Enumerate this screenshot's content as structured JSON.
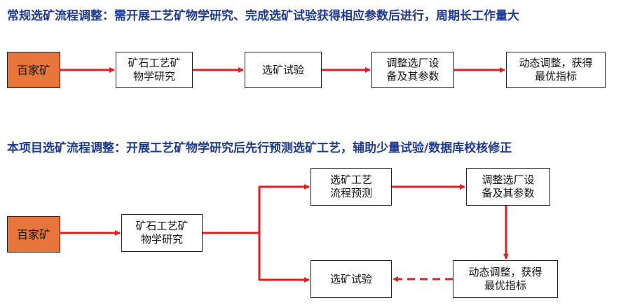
{
  "colors": {
    "heading": "#1f3a93",
    "arrow": "#e02020",
    "ore_fill": "#e8763a",
    "border": "#222222"
  },
  "section1": {
    "heading": "常规选矿流程调整：需开展工艺矿物学研究、完成选矿试验获得相应参数后进行，周期长工作量大",
    "boxes": {
      "ore": "百家矿",
      "mineralogy": "矿石工艺矿\n物学研究",
      "test": "选矿试验",
      "adjust": "调整选厂设\n备及其参数",
      "dynamic": "动态调整，获得\n最优指标"
    }
  },
  "section2": {
    "heading": "本项目选矿流程调整：开展工艺矿物学研究后先行预测选矿工艺，辅助少量试验/数据库校核修正",
    "boxes": {
      "ore": "百家矿",
      "mineralogy": "矿石工艺矿\n物学研究",
      "predict": "选矿工艺\n流程预测",
      "adjust": "调整选厂设\n备及其参数",
      "dynamic": "动态调整，获得\n最优指标",
      "test": "选矿试验"
    }
  }
}
